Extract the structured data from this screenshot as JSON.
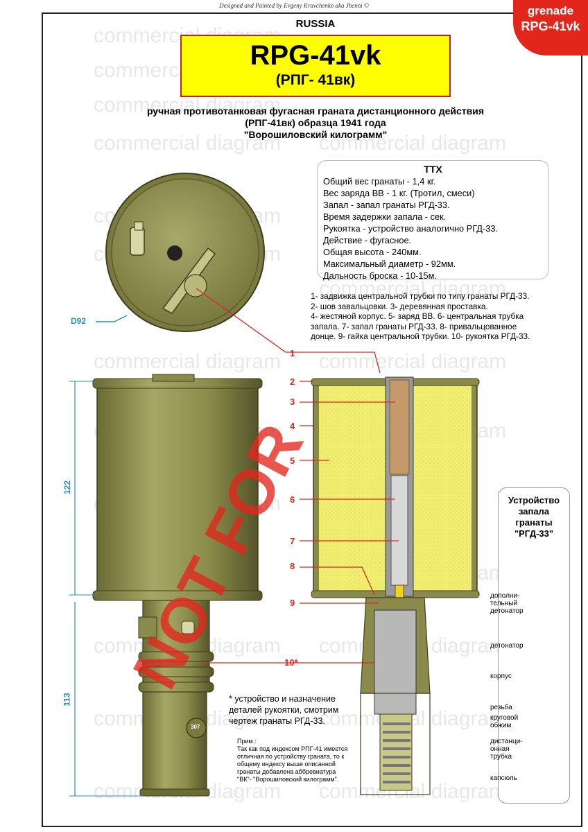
{
  "credit": "Designed and Painted by Evgeny Kravchenko aka Jhenni ©",
  "watermark": {
    "text": "commercial diagram",
    "stamp": "NOT FOR",
    "color": "#e2261c"
  },
  "corner": {
    "line1": "grenade",
    "line2": "RPG-41vk"
  },
  "header": {
    "country": "RUSSIA",
    "title": "RPG-41vk",
    "subtitle": "(РПГ- 41вк)",
    "description": [
      "ручная противотанковая фугасная граната дистанционного действия",
      "(РПГ-41вк) образца 1941 года",
      "\"Ворошиловский килограмм\""
    ]
  },
  "ttx": {
    "heading": "TTX",
    "lines": [
      "Общий вес гранаты - 1,4 кг.",
      "Вес заряда ВВ - 1 кг. (Тротил, смеси)",
      "Запал - запал гранаты РГД-33.",
      "Время задержки запала - сек.",
      "Рукоятка - устройство аналогично РГД-33.",
      "Действие - фугасное.",
      "Общая высота - 240мм.",
      "Максимальный диаметр - 92мм.",
      "Дальность броска - 10-15м."
    ]
  },
  "parts_legend": [
    "1- задвижка центральной трубки по типу гранаты РГД-33.",
    "2- шов завальцовки.  3- деревянная проставка.",
    "4- жестяной корпус.  5- заряд ВВ.  6- центральная трубка",
    "запала.  7- запал гранаты РГД-33.  8- привальцованное",
    "донце.  9- гайка центральной трубки.  10- рукоятка РГД-33."
  ],
  "callouts": [
    "1",
    "2",
    "3",
    "4",
    "5",
    "6",
    "7",
    "8",
    "9",
    "10*"
  ],
  "dimensions": {
    "diameter": "D92",
    "body_height": "122",
    "handle_height": "113"
  },
  "handle_stamp": "307",
  "note": "* устройство и назначение деталей рукоятки, смотрим чертеж гранаты РГД-33.",
  "prim": {
    "heading": "Прим.:",
    "text": "Так как под индексом РПГ-41 имеется отличная по устройству граната, то к общему индексу выше описанной гранаты добавлена аббревиатура \"ВК\"- \"Ворошиловский килограмм\"."
  },
  "fuse_panel": {
    "title_lines": [
      "Устройство",
      "запала",
      "гранаты",
      "\"РГД-33\""
    ],
    "labels": [
      "дополни-тельный детонатор",
      "детонатор",
      "корпус",
      "резьба",
      "круговой обжим",
      "дистанци-онная трубка",
      "капсюль"
    ]
  },
  "colors": {
    "olive": "#8a8a4a",
    "olive_dark": "#55552a",
    "explosive": "#f4f07a",
    "title_bg": "#ffff00",
    "accent": "#e2261c",
    "dim": "#2a8cc8"
  }
}
